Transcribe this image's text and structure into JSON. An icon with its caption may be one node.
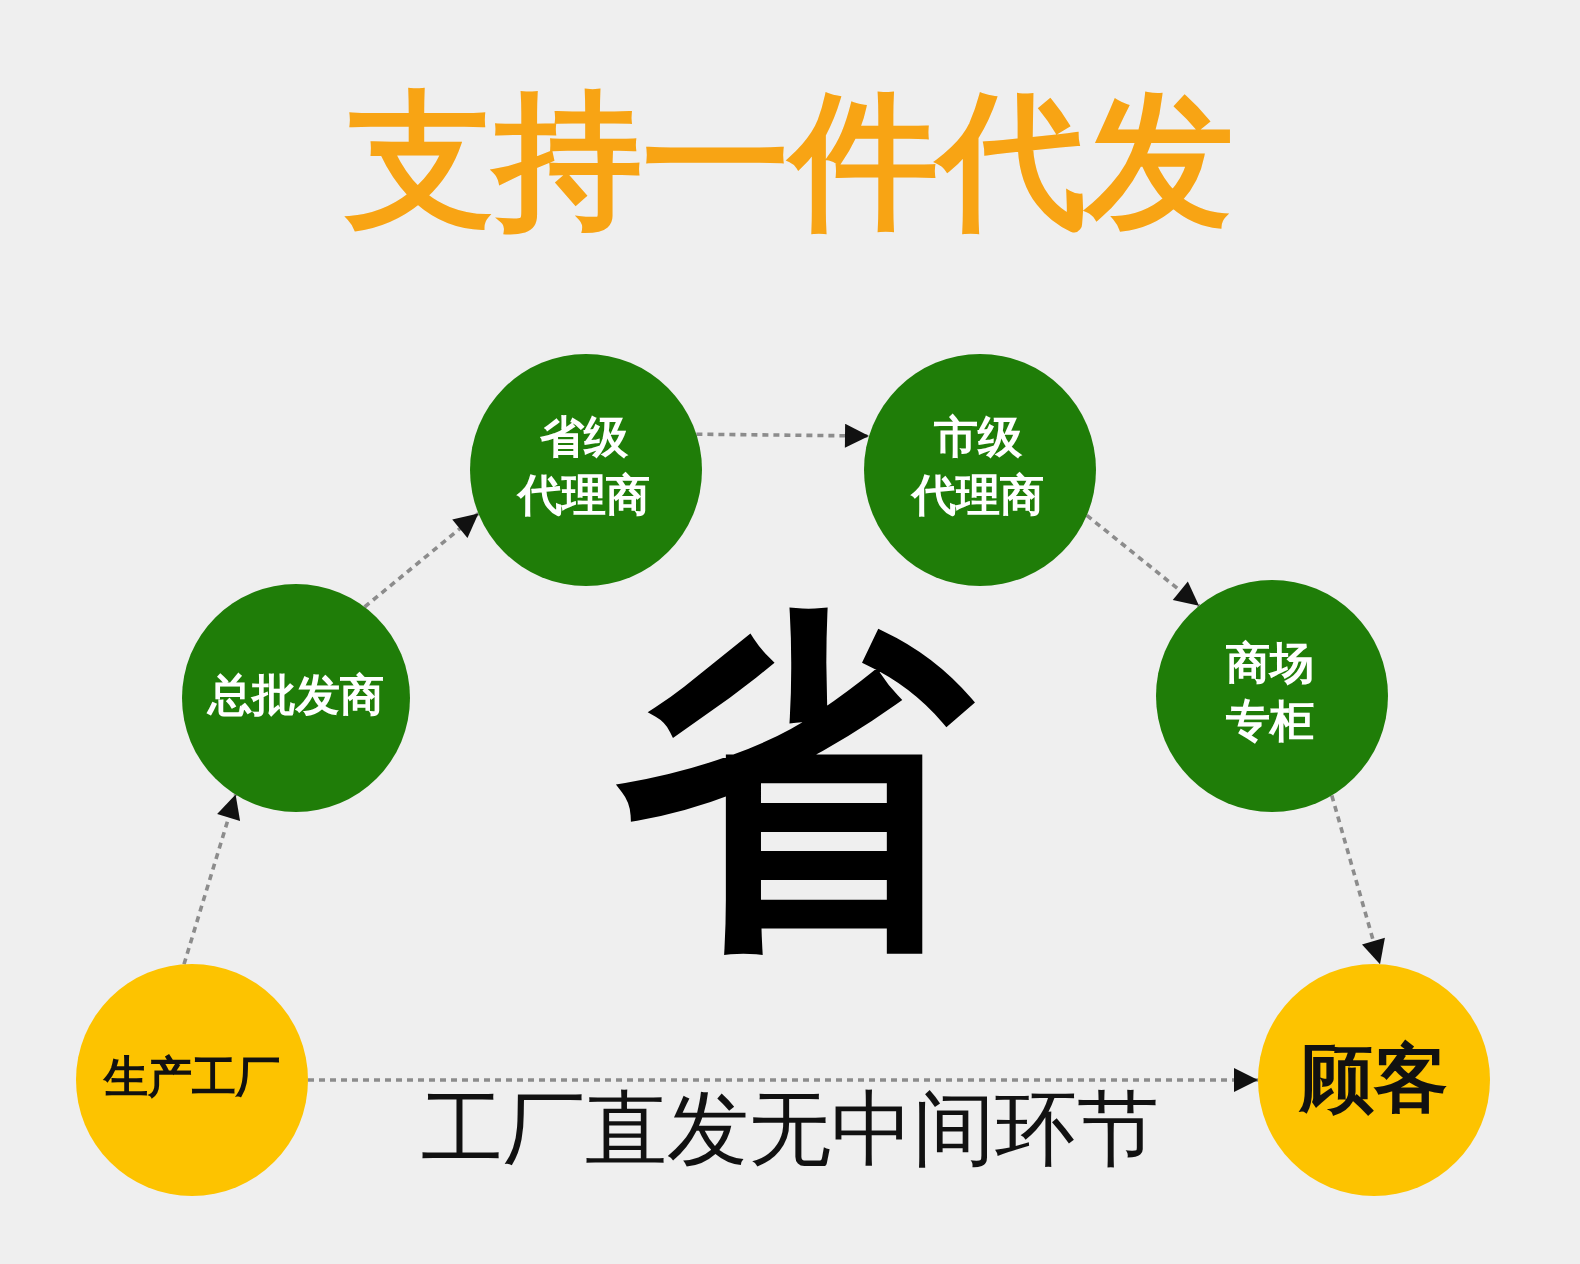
{
  "diagram": {
    "title": "支持一件代发",
    "nodes": [
      {
        "text": [
          "生产工厂"
        ]
      },
      {
        "text": [
          "总批发商"
        ]
      },
      {
        "text": [
          "省级代理商"
        ]
      },
      {
        "text": [
          "市级代理商"
        ]
      },
      {
        "text": [
          "商场专柜"
        ]
      },
      {
        "text": [
          "顾客"
        ]
      }
    ],
    "edges": [
      {
        "from": 0,
        "to": 1,
        "arrow": "to"
      },
      {
        "from": 1,
        "to": 2,
        "arrow": "to"
      },
      {
        "from": 2,
        "to": 3,
        "arrow": "to"
      },
      {
        "from": 3,
        "to": 4,
        "arrow": "to"
      },
      {
        "from": 4,
        "to": 5,
        "arrow": "to"
      },
      {
        "from": 0,
        "to": 5,
        "arrow": "to",
        "label": "工厂直发无中间环节"
      }
    ],
    "labels": [
      "省"
    ]
  }
}
